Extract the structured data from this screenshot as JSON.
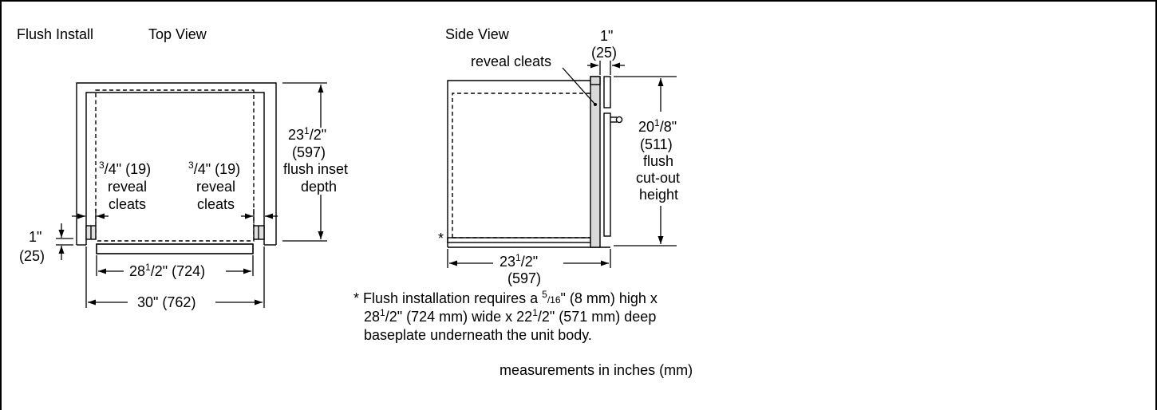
{
  "labels": {
    "flush_install": "Flush Install",
    "top_view": "Top View",
    "side_view": "Side View",
    "reveal_cleats_side": "reveal cleats",
    "one_inch_top_in": "1\"",
    "one_inch_top_mm": "(25)",
    "one_inch_left_in": "1\"",
    "one_inch_left_mm": "(25)",
    "left_cleat_frac_num": "3",
    "left_cleat_frac_rest": "/4\" (19)",
    "left_cleat_l1": "reveal",
    "left_cleat_l2": "cleats",
    "right_cleat_frac_num": "3",
    "right_cleat_frac_rest": "/4\" (19)",
    "right_cleat_l1": "reveal",
    "right_cleat_l2": "cleats",
    "depth_whole": "23",
    "depth_num": "1",
    "depth_den": "/2\"",
    "depth_mm": "(597)",
    "depth_l1": "flush inset",
    "depth_l2": "depth",
    "height_whole": "20",
    "height_num": "1",
    "height_den": "/8\"",
    "height_mm": "(511)",
    "height_l1": "flush",
    "height_l2": "cut-out",
    "height_l3": "height",
    "inner_width_whole": "28",
    "inner_width_num": "1",
    "inner_width_rest": "/2\" (724)",
    "outer_width": "30\" (762)",
    "side_depth_whole": "23",
    "side_depth_num": "1",
    "side_depth_den": "/2\"",
    "side_depth_mm": "(597)",
    "asterisk": "*",
    "note1_a": "* Flush installation requires a ",
    "note1_num": "5",
    "note1_den": "/16",
    "note1_b": "\" (8 mm) high x",
    "note2_a": "28",
    "note2_num": "1",
    "note2_b": "/2\" (724 mm) wide x 22",
    "note2_num2": "1",
    "note2_c": "/2\" (571 mm) deep",
    "note3": "baseplate underneath the unit body.",
    "measurements": "measurements in inches (mm)"
  }
}
